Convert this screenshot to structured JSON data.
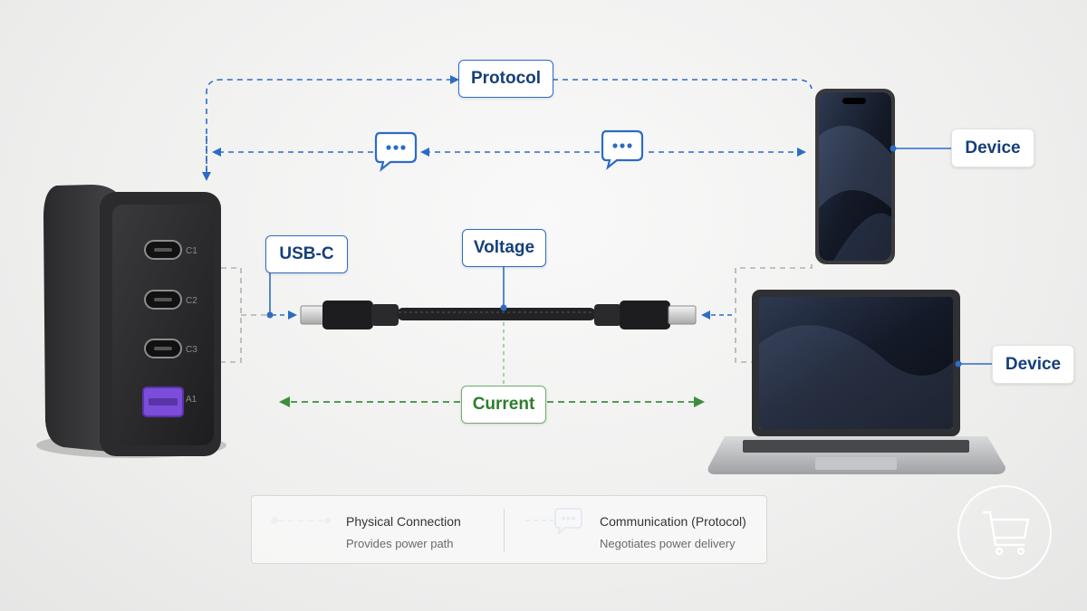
{
  "labels": {
    "protocol": "Protocol",
    "usb_c": "USB-C",
    "voltage": "Voltage",
    "current": "Current",
    "device_phone": "Device",
    "device_laptop": "Device"
  },
  "charger_ports": [
    "C1",
    "C2",
    "C3",
    "A1"
  ],
  "legend": {
    "physical": {
      "title": "Physical Connection",
      "subtitle": "Provides power path"
    },
    "communication": {
      "title": "Communication (Protocol)",
      "subtitle": "Negotiates power delivery"
    }
  },
  "colors": {
    "protocol_blue": "#2d6cc4",
    "current_green": "#3c8d3c",
    "physical_gray": "#9a9a9a",
    "usb_a_port": "#7c4ddb"
  },
  "icons": {
    "chat": "chat-bubble-icon",
    "badge": "cart-badge-icon"
  }
}
